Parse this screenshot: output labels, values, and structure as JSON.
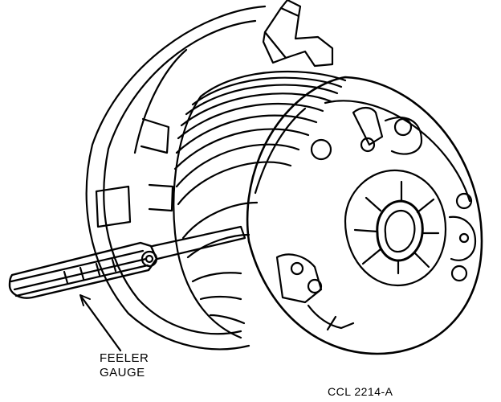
{
  "figure": {
    "callout_line1": "FEELER",
    "callout_line2": "GAUGE",
    "figure_code": "CCL 2214-A"
  }
}
